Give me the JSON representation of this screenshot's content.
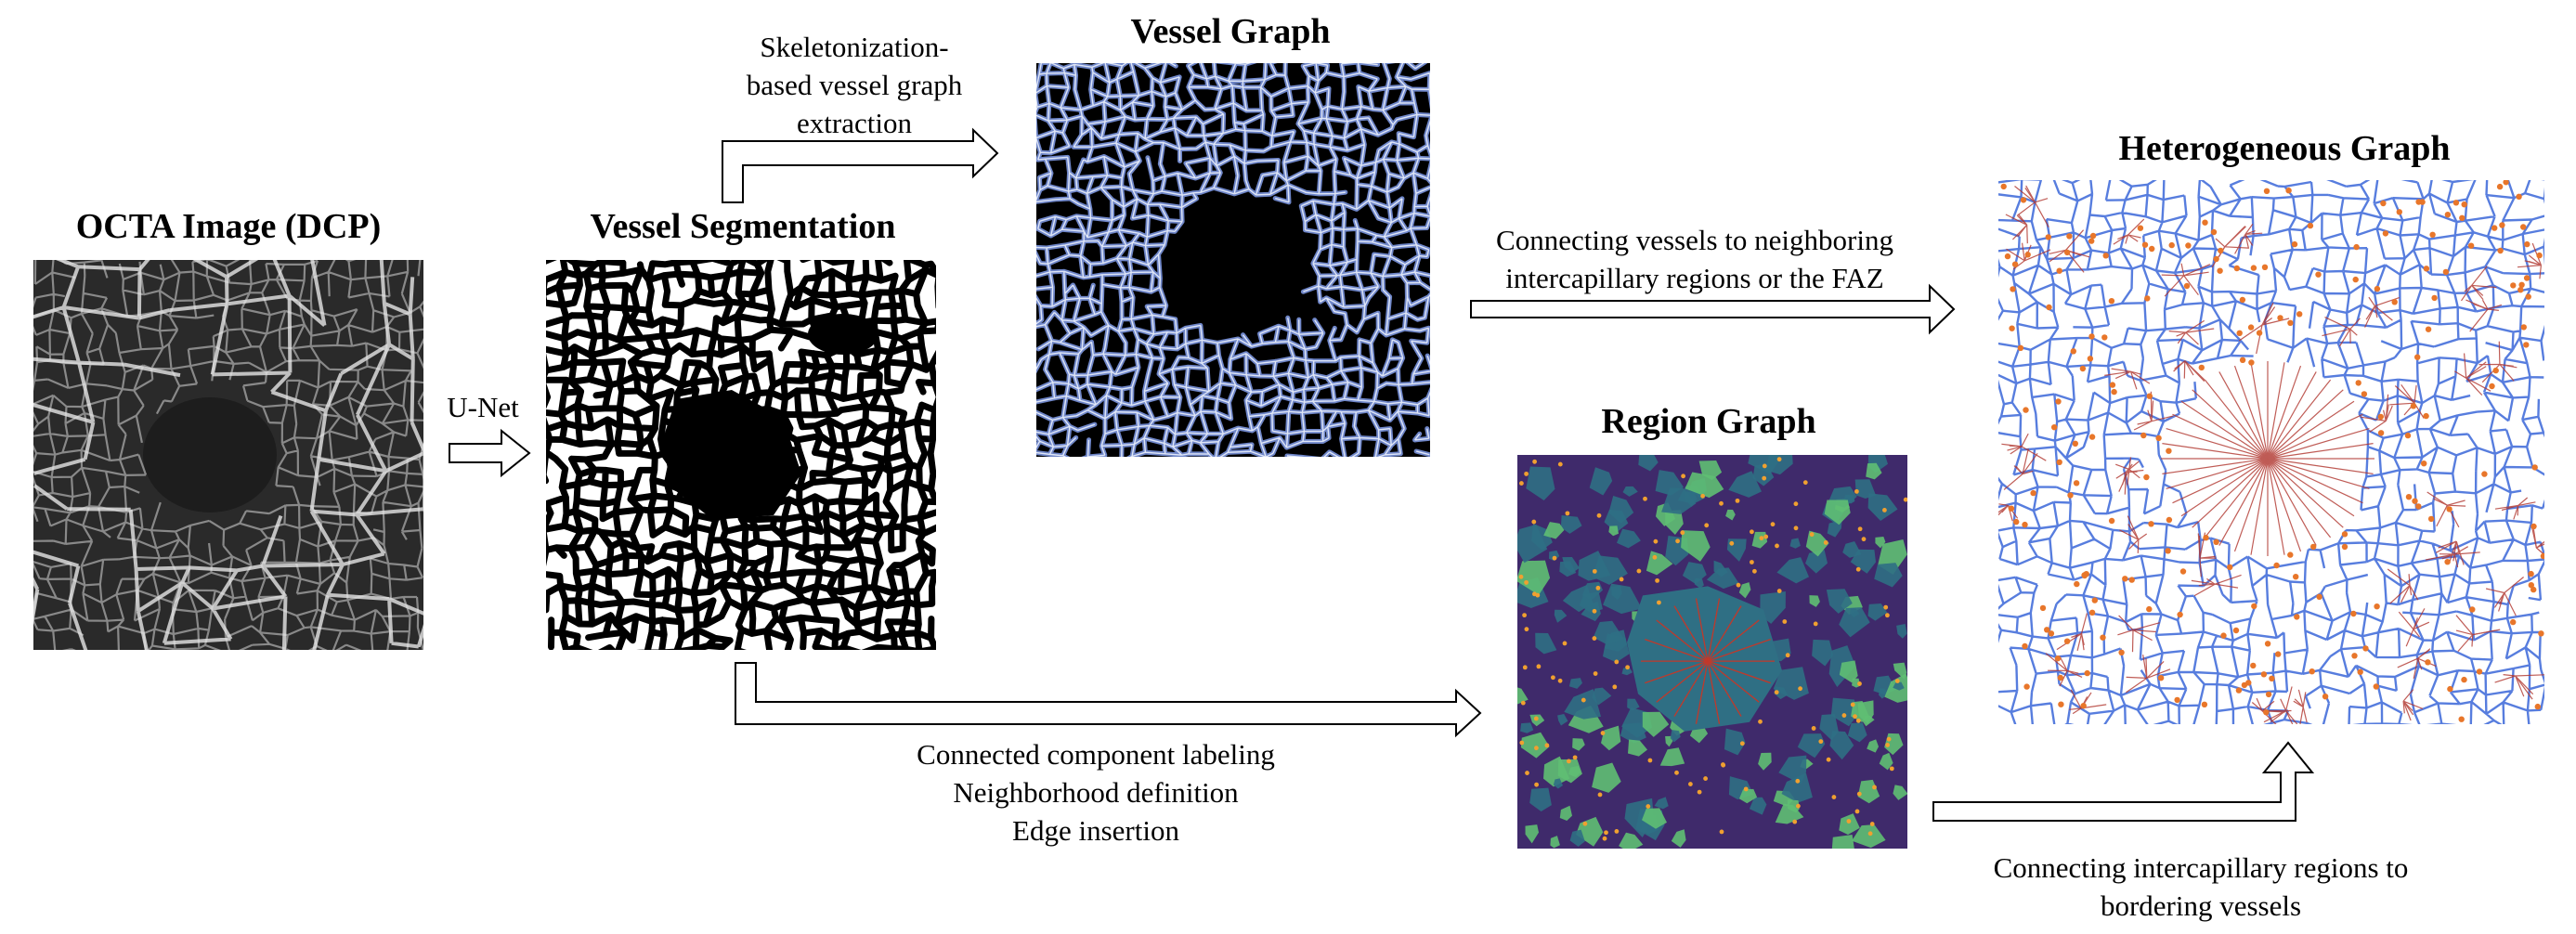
{
  "titles": {
    "octa": "OCTA Image (DCP)",
    "segmentation": "Vessel Segmentation",
    "vessel_graph": "Vessel Graph",
    "region_graph": "Region Graph",
    "heterogeneous_graph": "Heterogeneous Graph"
  },
  "captions": {
    "unet": "U-Net",
    "skeleton": [
      "Skeletonization-",
      "based vessel graph",
      "extraction"
    ],
    "connect_vessels": [
      "Connecting vessels to neighboring",
      "intercapillary regions or the FAZ"
    ],
    "region_steps": [
      "Connected component labeling",
      "Neighborhood definition",
      "Edge insertion"
    ],
    "connect_regions": [
      "Connecting intercapillary regions to",
      "bordering vessels"
    ]
  },
  "colors": {
    "vessel_graph_edges": "#6f86c8",
    "region_background": "#3f2a6b",
    "region_teal": "#2f6f84",
    "region_green": "#5fbf73",
    "region_nodes": "#f0a030",
    "het_vessel_edges": "#3a66d8",
    "het_region_edges": "#b0342c",
    "het_nodes": "#e8762a"
  }
}
